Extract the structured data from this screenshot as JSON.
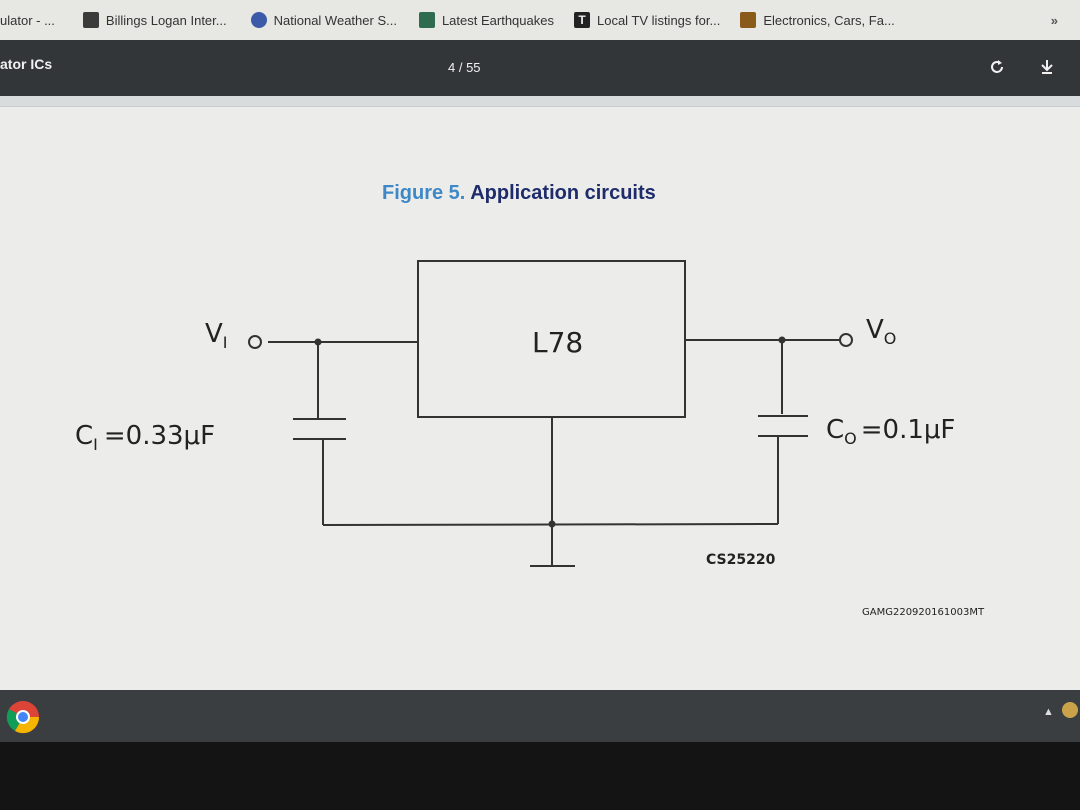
{
  "bookmarks": [
    {
      "label": "ulator - ...",
      "icon": "bookmark-icon",
      "color": "#e7e7e3"
    },
    {
      "label": "Billings Logan Inter...",
      "icon": "airport-icon",
      "color": "#3b3b3b"
    },
    {
      "label": "National Weather S...",
      "icon": "weather-service-icon",
      "color": "#3b5ba8"
    },
    {
      "label": "Latest Earthquakes",
      "icon": "earthquake-icon",
      "color": "#2e6b4f"
    },
    {
      "label": "Local TV listings for...",
      "icon": "tv-guide-icon",
      "color": "#222222"
    },
    {
      "label": "Electronics, Cars, Fa...",
      "icon": "shopping-bag-icon",
      "color": "#8a5a1a"
    }
  ],
  "bookmarks_more": "»",
  "toolbar": {
    "title": "ator ICs",
    "page_count": "4 / 55"
  },
  "figure": {
    "number": "Figure 5.",
    "title": "Application circuits"
  },
  "circuit": {
    "chip": "L78",
    "vin": "V",
    "vin_sub": "I",
    "vout": "V",
    "vout_sub": "O",
    "cin": "C",
    "cin_sub": "I",
    "cin_value": "=0.33μF",
    "cout": "C",
    "cout_sub": "O",
    "cout_value": "=0.1μF",
    "code": "CS25220",
    "ref": "GAMG220920161003MT"
  },
  "colors": {
    "figure_number": "#3f88c7",
    "figure_title": "#1f2c6b",
    "toolbar_bg": "#323639"
  }
}
